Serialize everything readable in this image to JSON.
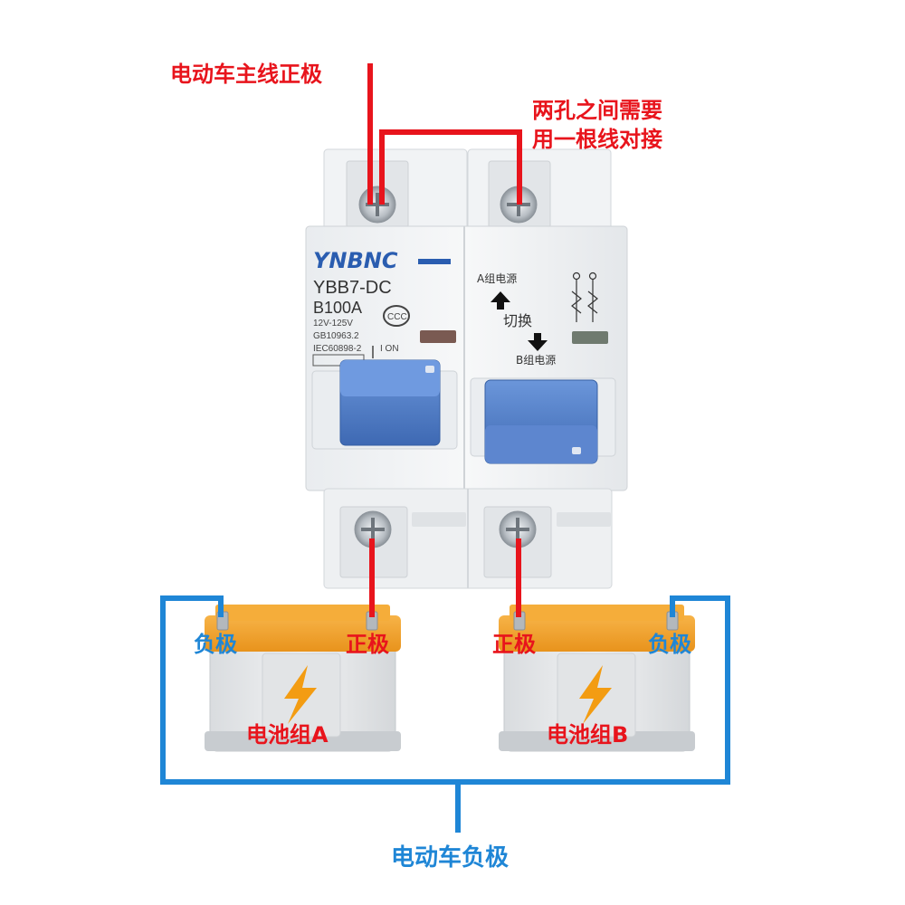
{
  "labels": {
    "top_positive": "电动车主线正极",
    "jumper_note_line1": "两孔之间需要",
    "jumper_note_line2": "用一根线对接",
    "ev_negative": "电动车负极"
  },
  "breaker": {
    "brand": "YNBNC",
    "model": "YBB7-DC",
    "rating": "B100A",
    "voltage": "12V-125V",
    "standard1": "GB10963.2",
    "standard2": "IEC60898-2",
    "on_label": "I ON",
    "source_a": "A组电源",
    "switch_label": "切换",
    "source_b": "B组电源"
  },
  "battery_a": {
    "name": "电池组A",
    "negative": "负极",
    "positive": "正极"
  },
  "battery_b": {
    "name": "电池组B",
    "negative": "负极",
    "positive": "正极"
  },
  "colors": {
    "positive_wire": "#e8141c",
    "negative_wire": "#1f86d6",
    "handle": "#4a78c4",
    "battery_top": "#f2a12b"
  }
}
